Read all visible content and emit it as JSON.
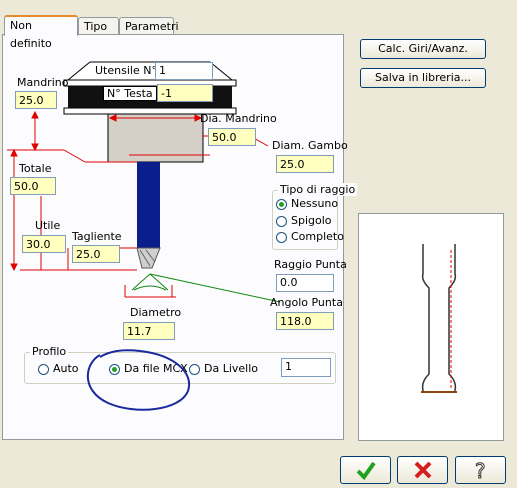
{
  "tabs": [
    "Non definito",
    "Tipo",
    "Parametri"
  ],
  "holder": {
    "utensile_label": "Utensile N°",
    "utensile_value": "1",
    "testa_label": "N° Testa",
    "testa_value": "-1"
  },
  "fields": {
    "mandrino": {
      "label": "Mandrino",
      "value": "25.0"
    },
    "dia_mandrino": {
      "label": "Dia. Mandrino",
      "value": "50.0"
    },
    "diam_gambo": {
      "label": "Diam. Gambo",
      "value": "25.0"
    },
    "totale": {
      "label": "Totale",
      "value": "50.0"
    },
    "utile": {
      "label": "Utile",
      "value": "30.0"
    },
    "tagliente": {
      "label": "Tagliente",
      "value": "25.0"
    },
    "diametro": {
      "label": "Diametro",
      "value": "11.7"
    },
    "raggio_punta": {
      "label": "Raggio Punta",
      "value": "0.0"
    },
    "angolo_punta": {
      "label": "Angolo Punta",
      "value": "118.0"
    }
  },
  "tipo_raggio": {
    "title": "Tipo di raggio",
    "options": [
      "Nessuno",
      "Spigolo",
      "Completo"
    ],
    "selected": "Nessuno"
  },
  "profilo": {
    "title": "Profilo",
    "options": [
      "Auto",
      "Da file MCX",
      "Da Livello"
    ],
    "selected": "Da file MCX",
    "livello_value": "1"
  },
  "buttons": {
    "calc": "Calc. Giri/Avanz.",
    "salva": "Salva in libreria..."
  },
  "dialog_buttons": [
    "ok-icon",
    "cancel-icon",
    "help-icon"
  ],
  "colors": {
    "tool_blue": "#0b1f8c",
    "annotation": "#1a2a9c",
    "dim_red": "#e00000",
    "ok": "#21a121",
    "cancel": "#d42020"
  }
}
